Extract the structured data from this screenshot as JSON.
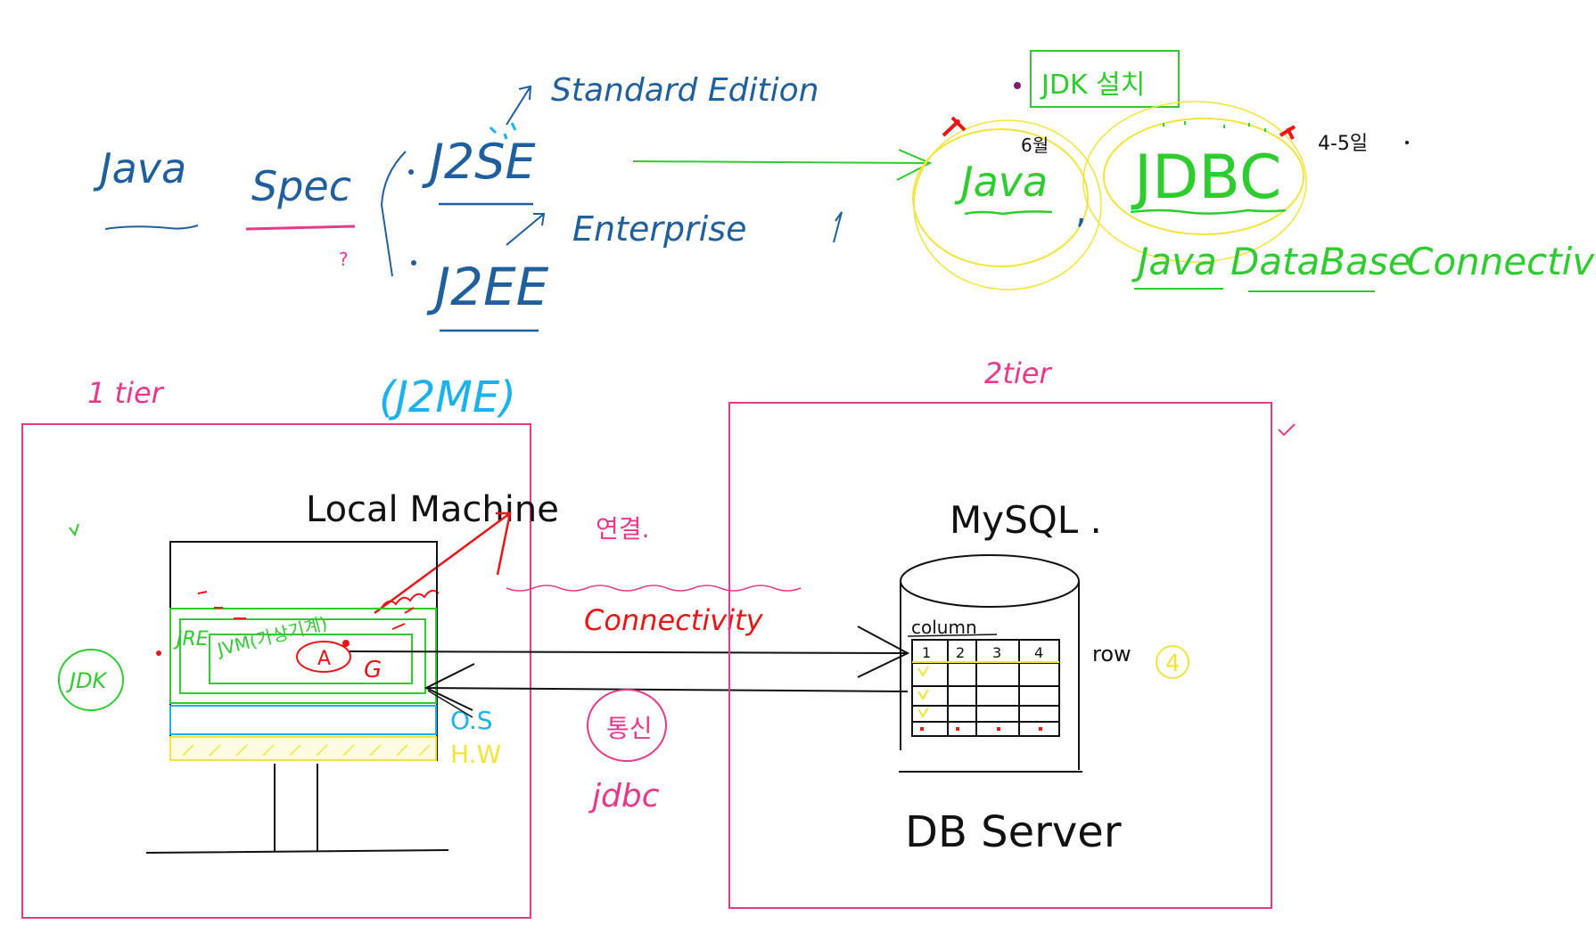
{
  "colors": {
    "blue": "#1f5f9e",
    "green": "#2ecc2e",
    "pink": "#e8388a",
    "red": "#e81616",
    "yellow": "#f3e43a",
    "cyan": "#1ab2ea",
    "black": "#111111",
    "purple": "#7a1f6b"
  },
  "top": {
    "java": "Java",
    "spec": "Spec",
    "spec_q": "?",
    "j2se": "J2SE",
    "j2ee": "J2EE",
    "j2me": "(J2ME)",
    "standard_edition": "Standard Edition",
    "enterprise": "Enterprise",
    "jdk_install": "JDK 설치",
    "java_right": "Java",
    "jdbc": "JDBC",
    "java_6": "6월",
    "jdbc_4_5": "4-5일",
    "expansion": [
      "Java",
      "DataBase",
      "Connectivity"
    ]
  },
  "tiers": {
    "tier1": "1 tier",
    "tier2": "2tier"
  },
  "local": {
    "title": "Local Machine",
    "jre": "JRE",
    "jvm": "JVM(가상기계)",
    "a": "A",
    "g": "G",
    "jdk": "JDK",
    "os": "O.S",
    "hw": "H.W"
  },
  "middle": {
    "yeongyeol": "연결.",
    "connectivity": "Connectivity",
    "tongsin": "통신",
    "jdbc": "jdbc"
  },
  "server": {
    "mysql": "MySQL .",
    "db_server": "DB Server",
    "column": "column",
    "row": "row",
    "row_count": "4",
    "header_cells": [
      "1",
      "2",
      "3",
      "4"
    ]
  }
}
